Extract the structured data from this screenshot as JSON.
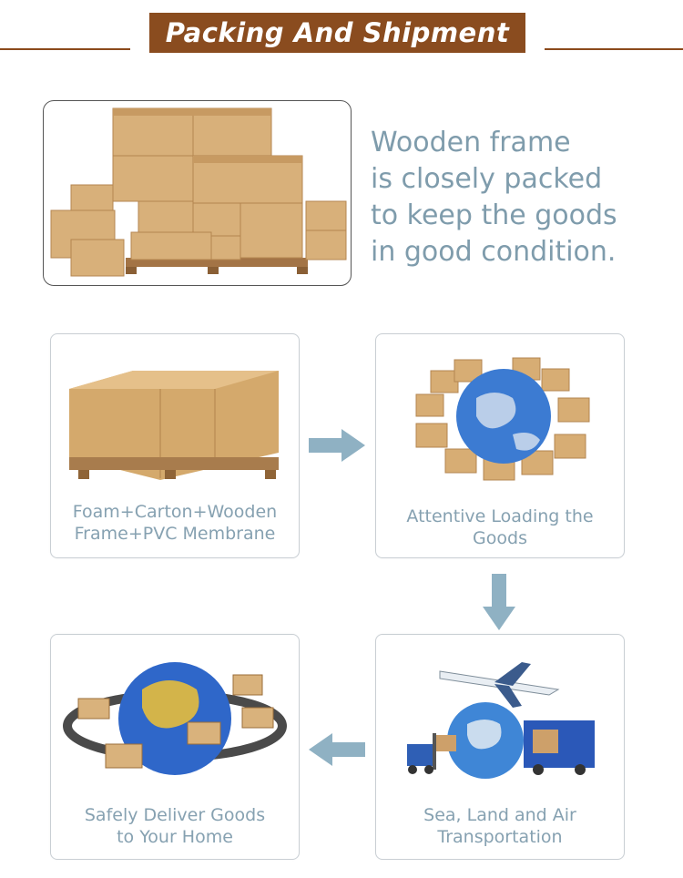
{
  "header": {
    "title": "Packing And Shipment"
  },
  "intro": {
    "lines": [
      "Wooden frame",
      "is closely packed",
      "to keep the goods",
      "in good condition."
    ]
  },
  "steps": [
    {
      "caption_lines": [
        "Foam+Carton+Wooden",
        "Frame+PVC Membrane"
      ]
    },
    {
      "caption_lines": [
        "Attentive Loading the",
        "Goods"
      ]
    },
    {
      "caption_lines": [
        "Sea, Land and Air",
        "Transportation"
      ]
    },
    {
      "caption_lines": [
        "Safely Deliver Goods",
        "to Your Home"
      ]
    }
  ],
  "colors": {
    "banner": "#8a4c1f",
    "caption_text": "#86a1b1",
    "arrow": "#8fb1c3"
  }
}
